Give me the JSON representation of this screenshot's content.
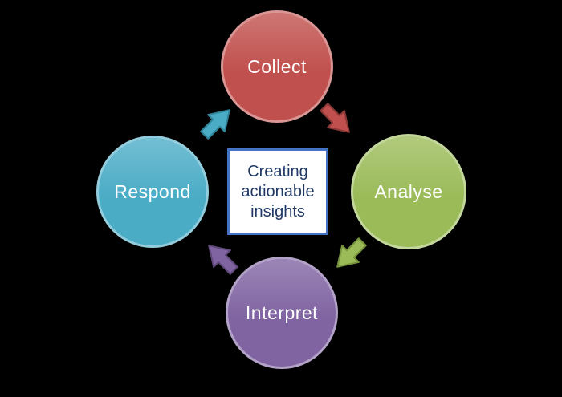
{
  "diagram": {
    "background": "#000000",
    "center": {
      "label": "Creating actionable insights",
      "bg": "#ffffff",
      "border_color": "#4472c4",
      "text_color": "#1f3864"
    },
    "nodes": [
      {
        "id": "collect",
        "label": "Collect",
        "fill": "#c0504d",
        "border": "#d99694"
      },
      {
        "id": "analyse",
        "label": "Analyse",
        "fill": "#9bbb59",
        "border": "#c3d69b"
      },
      {
        "id": "interpret",
        "label": "Interpret",
        "fill": "#8064a2",
        "border": "#b3a2c7"
      },
      {
        "id": "respond",
        "label": "Respond",
        "fill": "#4bacc6",
        "border": "#93cddd"
      }
    ],
    "arrows": [
      {
        "id": "collect-to-analyse",
        "color": "#c0504d",
        "outline": "#8c3836"
      },
      {
        "id": "analyse-to-interpret",
        "color": "#9bbb59",
        "outline": "#76923c"
      },
      {
        "id": "interpret-to-respond",
        "color": "#8064a2",
        "outline": "#5f497a"
      },
      {
        "id": "respond-to-collect",
        "color": "#4bacc6",
        "outline": "#31859b"
      }
    ]
  }
}
